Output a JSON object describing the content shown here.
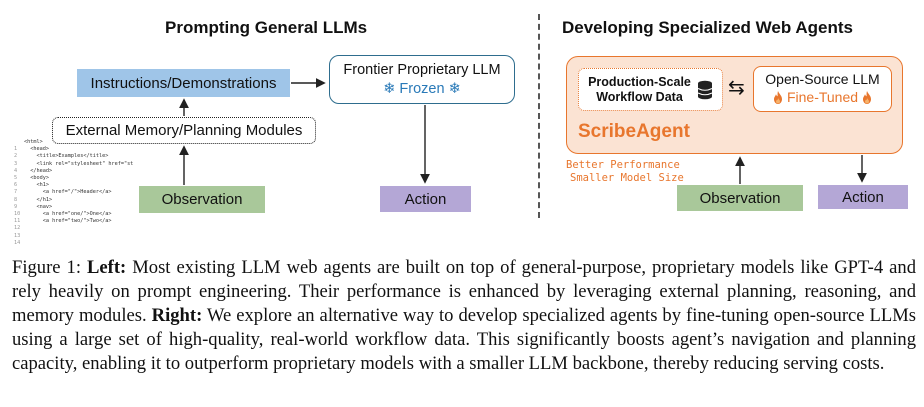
{
  "left": {
    "title": "Prompting General LLMs",
    "instructions": "Instructions/Demonstrations",
    "memory": "External Memory/Planning Modules",
    "observation": "Observation",
    "action": "Action",
    "llm_title": "Frontier Proprietary LLM",
    "llm_state": "Frozen",
    "code_line_numbers": [
      "1",
      "2",
      "3",
      "4",
      "5",
      "6",
      "7",
      "8",
      "9",
      "10",
      "11",
      "12",
      "13",
      "14"
    ],
    "code_lines": [
      "<html>",
      "  <head>",
      "    <title>Examples</title>",
      "    <link rel=\"stylesheet\" href=\"st",
      "  </head>",
      "  <body>",
      "    <h1>",
      "      <a href=\"/\">Header</a>",
      "    </h1>",
      "    <nav>",
      "      <a href=\"one/\">One</a>",
      "      <a href=\"two/\">Two</a>",
      "",
      ""
    ]
  },
  "right": {
    "title": "Developing Specialized Web Agents",
    "data_line1": "Production-Scale",
    "data_line2": "Workflow Data",
    "arrows": "⇆",
    "llm_title": "Open-Source LLM",
    "llm_state": "Fine-Tuned",
    "agent_name": "ScribeAgent",
    "perf_line1": "Better Performance",
    "perf_line2": "Smaller Model Size",
    "observation": "Observation",
    "action": "Action"
  },
  "caption": {
    "fig": "Figure 1:",
    "left_label": "Left:",
    "left_text": " Most existing LLM web agents are built on top of general-purpose, proprietary models like GPT-4 and rely heavily on prompt engineering. Their performance is enhanced by leveraging external planning, reasoning, and memory modules. ",
    "right_label": "Right:",
    "right_text": " We explore an alternative way to develop specialized agents by fine-tuning open-source LLMs using a large set of high-quality, real-world workflow data. This significantly boosts agent’s navigation and planning capacity, enabling it to outperform proprietary models with a smaller LLM backbone, thereby reducing serving costs."
  },
  "colors": {
    "blue_box": "#9fc5e8",
    "green_box": "#a9c89a",
    "purple_box": "#b4a7d6",
    "llm_border": "#2e6d8e",
    "frozen_blue": "#2a7ab8",
    "orange": "#e8762d",
    "orange_fill": "#fbe3d3",
    "divider": "#555555"
  },
  "icons": [
    "snowflake-icon",
    "database-icon",
    "flame-icon",
    "double-arrow-icon"
  ]
}
